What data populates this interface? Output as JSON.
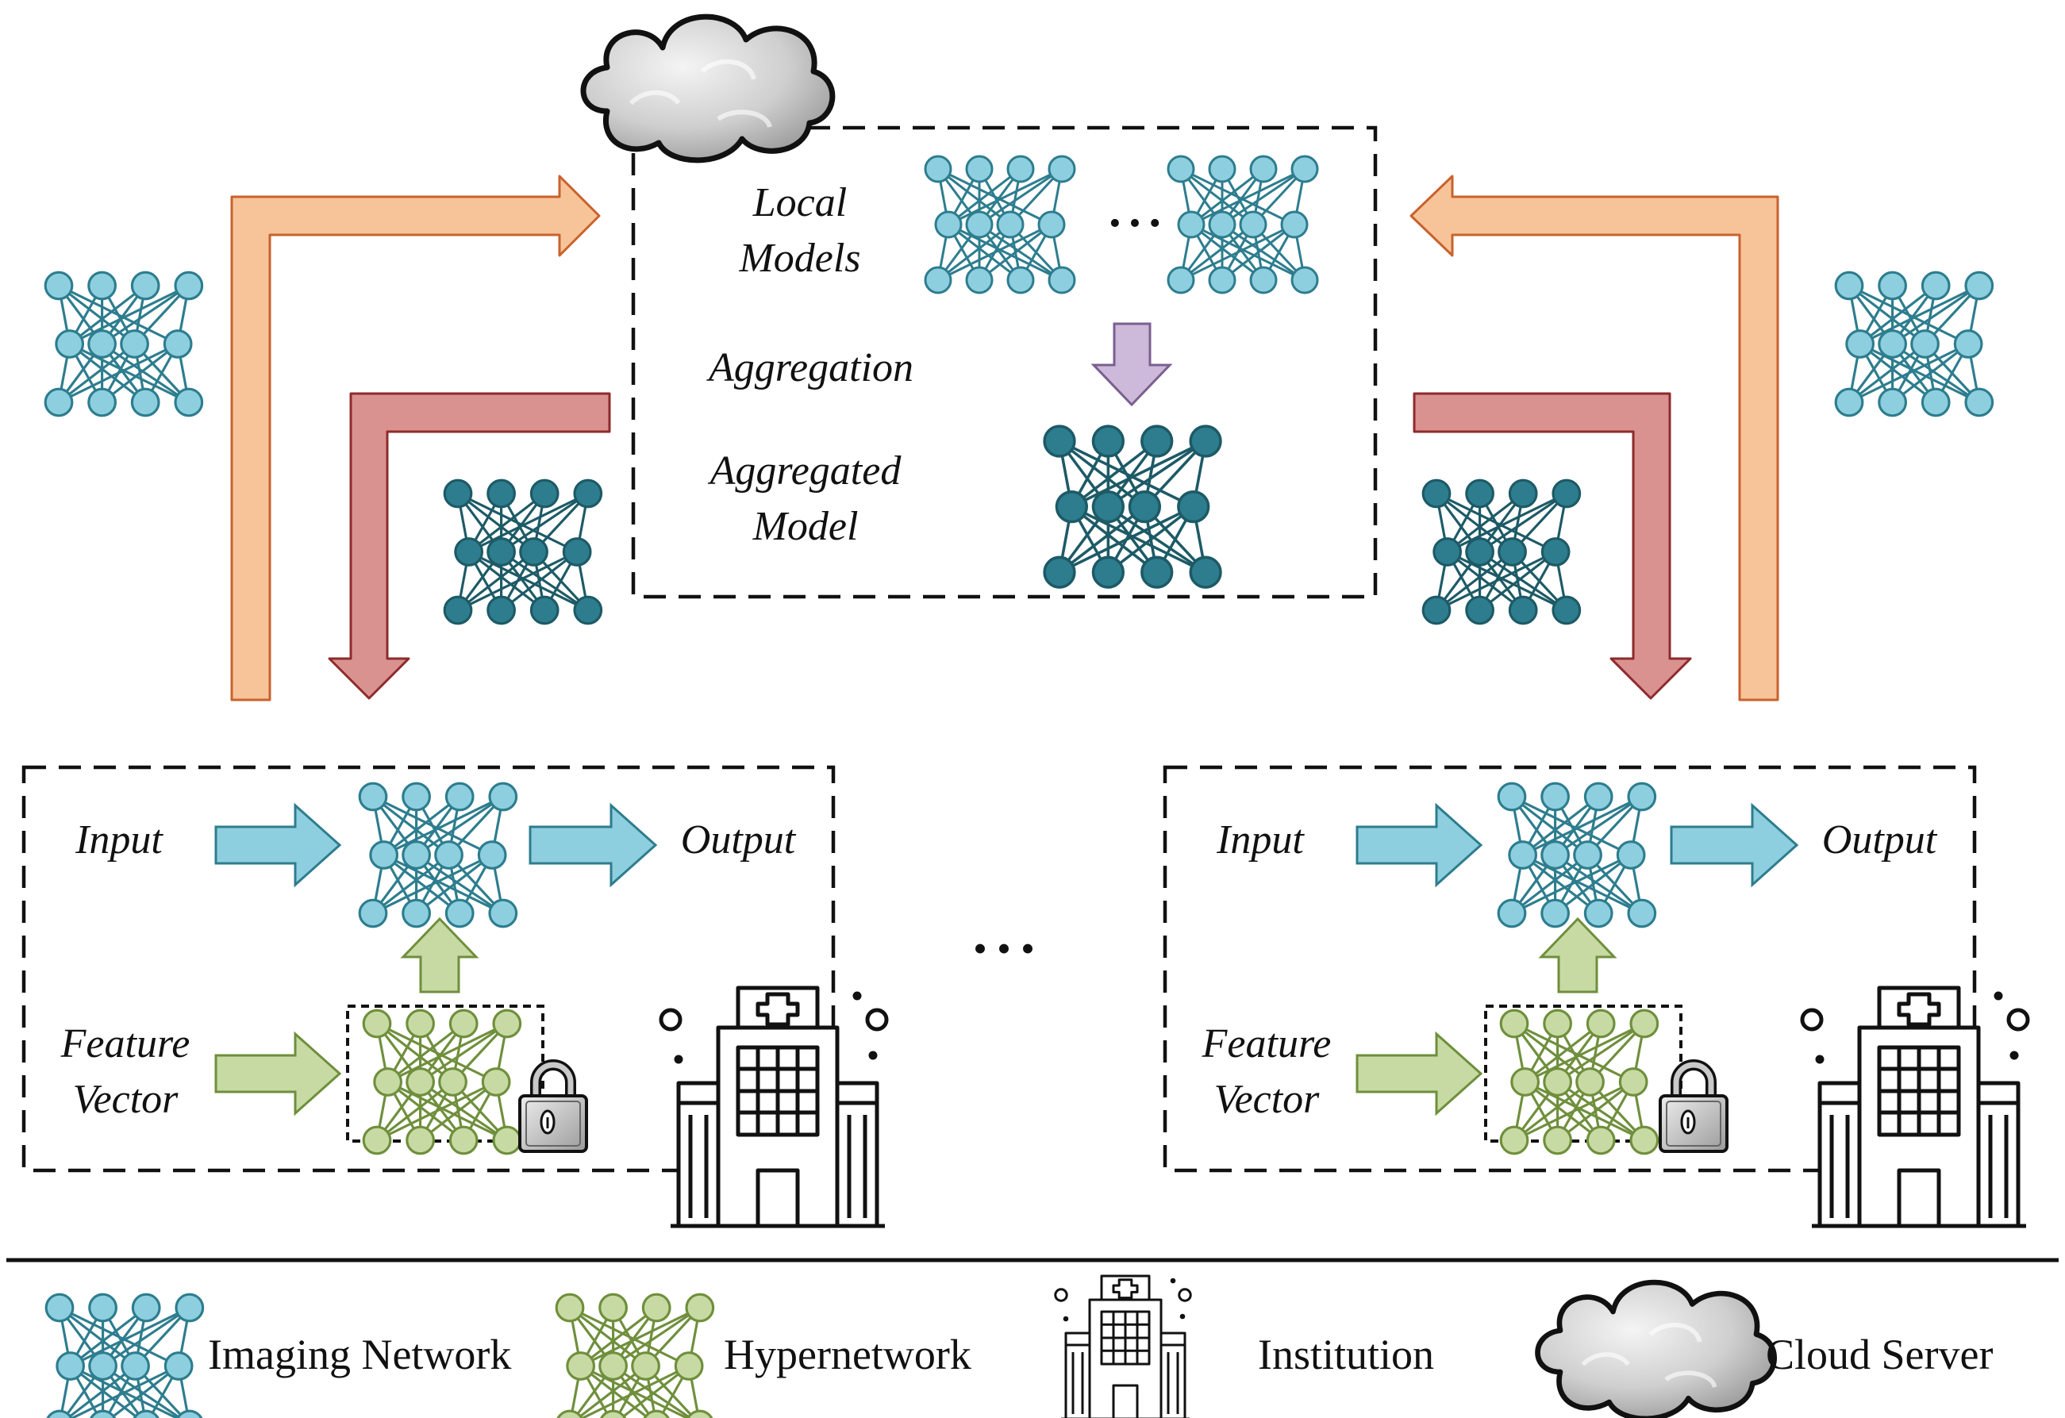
{
  "server": {
    "local_models_line1": "Local",
    "local_models_line2": "Models",
    "ellipsis": "• • •",
    "aggregation": "Aggregation",
    "aggregated_line1": "Aggregated",
    "aggregated_line2": "Model"
  },
  "institution_left": {
    "input": "Input",
    "output": "Output",
    "feature_line1": "Feature",
    "feature_line2": "Vector"
  },
  "institution_right": {
    "input": "Input",
    "output": "Output",
    "feature_line1": "Feature",
    "feature_line2": "Vector"
  },
  "between_institutions": "• • •",
  "legend": {
    "imaging_network": "Imaging Network",
    "hypernetwork": "Hypernetwork",
    "institution": "Institution",
    "cloud_server": "Cloud Server"
  },
  "colors": {
    "imaging_fill": "#8ecfdf",
    "imaging_stroke": "#2d7d8e",
    "aggregated_fill": "#2d7d8e",
    "aggregated_stroke": "#1d5a66",
    "hyper_fill": "#c7daa4",
    "hyper_stroke": "#6f8f3c",
    "upload_arrow": "#f7c499",
    "download_arrow": "#d99290",
    "aggregation_arrow": "#cdb9d9",
    "flow_arrow": "#8ecfdf",
    "feature_arrow": "#c7daa4"
  }
}
